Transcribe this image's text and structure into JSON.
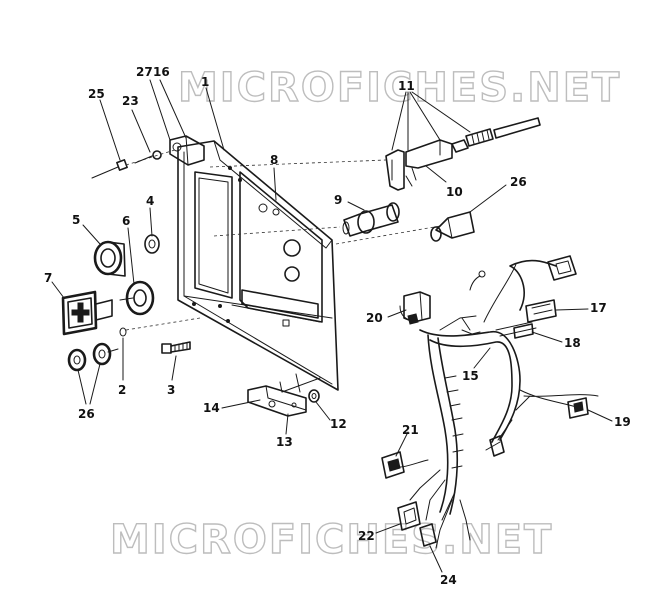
{
  "watermarks": {
    "top": "MICROFICHES.NET",
    "bottom": "MICROFICHES.NET"
  },
  "callouts": [
    {
      "id": "c27",
      "text": "27"
    },
    {
      "id": "c16",
      "text": "16"
    },
    {
      "id": "c1",
      "text": "1"
    },
    {
      "id": "c25",
      "text": "25"
    },
    {
      "id": "c23",
      "text": "23"
    },
    {
      "id": "c11",
      "text": "11"
    },
    {
      "id": "c8",
      "text": "8"
    },
    {
      "id": "c10",
      "text": "10"
    },
    {
      "id": "c26a",
      "text": "26"
    },
    {
      "id": "c4",
      "text": "4"
    },
    {
      "id": "c9",
      "text": "9"
    },
    {
      "id": "c5",
      "text": "5"
    },
    {
      "id": "c6",
      "text": "6"
    },
    {
      "id": "c7",
      "text": "7"
    },
    {
      "id": "c20",
      "text": "20"
    },
    {
      "id": "c17",
      "text": "17"
    },
    {
      "id": "c18",
      "text": "18"
    },
    {
      "id": "c15",
      "text": "15"
    },
    {
      "id": "c2",
      "text": "2"
    },
    {
      "id": "c3",
      "text": "3"
    },
    {
      "id": "c26b",
      "text": "26"
    },
    {
      "id": "c14",
      "text": "14"
    },
    {
      "id": "c12",
      "text": "12"
    },
    {
      "id": "c13",
      "text": "13"
    },
    {
      "id": "c19",
      "text": "19"
    },
    {
      "id": "c21",
      "text": "21"
    },
    {
      "id": "c22",
      "text": "22"
    },
    {
      "id": "c24",
      "text": "24"
    }
  ]
}
